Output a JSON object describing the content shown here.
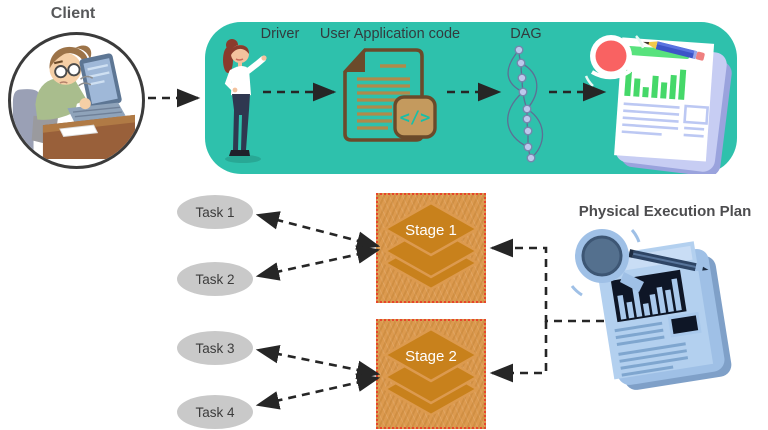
{
  "labels": {
    "client": "Client",
    "driver": "Driver",
    "user_app_code": "User Application code",
    "dag": "DAG",
    "physical_execution_plan": "Physical Execution Plan"
  },
  "stages": [
    {
      "label": "Stage 1"
    },
    {
      "label": "Stage 2"
    }
  ],
  "tasks": [
    {
      "label": "Task 1"
    },
    {
      "label": "Task 2"
    },
    {
      "label": "Task 3"
    },
    {
      "label": "Task 4"
    }
  ],
  "icons": {
    "code_glyph": "</>"
  },
  "colors": {
    "teal_box": "#2ec1ac",
    "stage_fill": "#dc9a4f",
    "stage_diamond": "#c8811c",
    "stage_border": "#e8452c",
    "task_fill": "#c9c9c9",
    "arrow": "#262626",
    "label_gray": "#4d4d4f",
    "label_dark": "#333b3e",
    "doc_outline_brown": "#6b4a2a",
    "doc_line_tan": "#b08a4a",
    "code_teal": "#17bfa8",
    "report_green": "#45d869",
    "cup_red": "#f96262",
    "plan_blue": "#9fc0e6",
    "plan_dark_panel": "#0e1626"
  }
}
